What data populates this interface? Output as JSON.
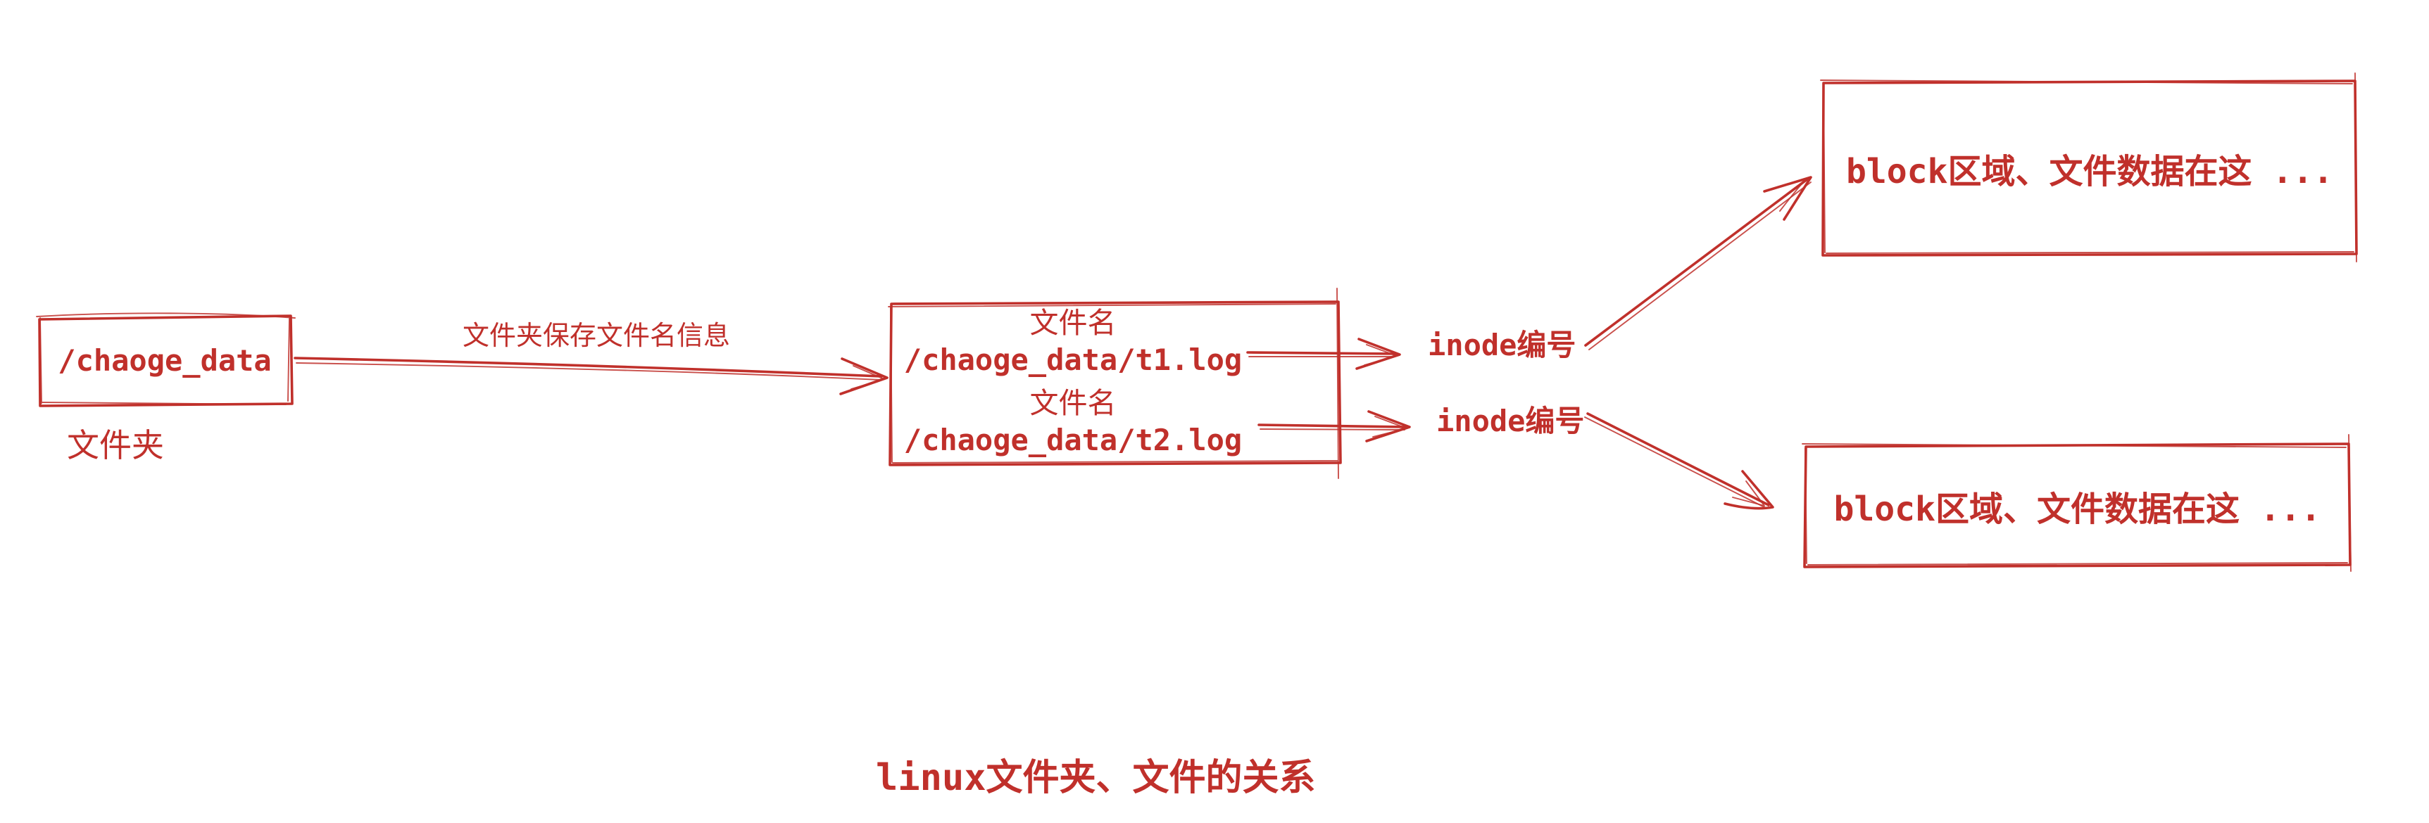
{
  "theme": {
    "ink": "#c0302b",
    "background": "#ffffff"
  },
  "diagram": {
    "title": "linux文件夹、文件的关系",
    "folder": {
      "label": "/chaoge_data",
      "caption": "文件夹"
    },
    "dir_arrow_label": "文件夹保存文件名信息",
    "directory": {
      "entries": [
        {
          "field_label": "文件名",
          "path": "/chaoge_data/t1.log"
        },
        {
          "field_label": "文件名",
          "path": "/chaoge_data/t2.log"
        }
      ]
    },
    "inodes": [
      {
        "label": "inode编号"
      },
      {
        "label": "inode编号"
      }
    ],
    "blocks": [
      {
        "label": "block区域、文件数据在这 ..."
      },
      {
        "label": "block区域、文件数据在这 ..."
      }
    ]
  }
}
